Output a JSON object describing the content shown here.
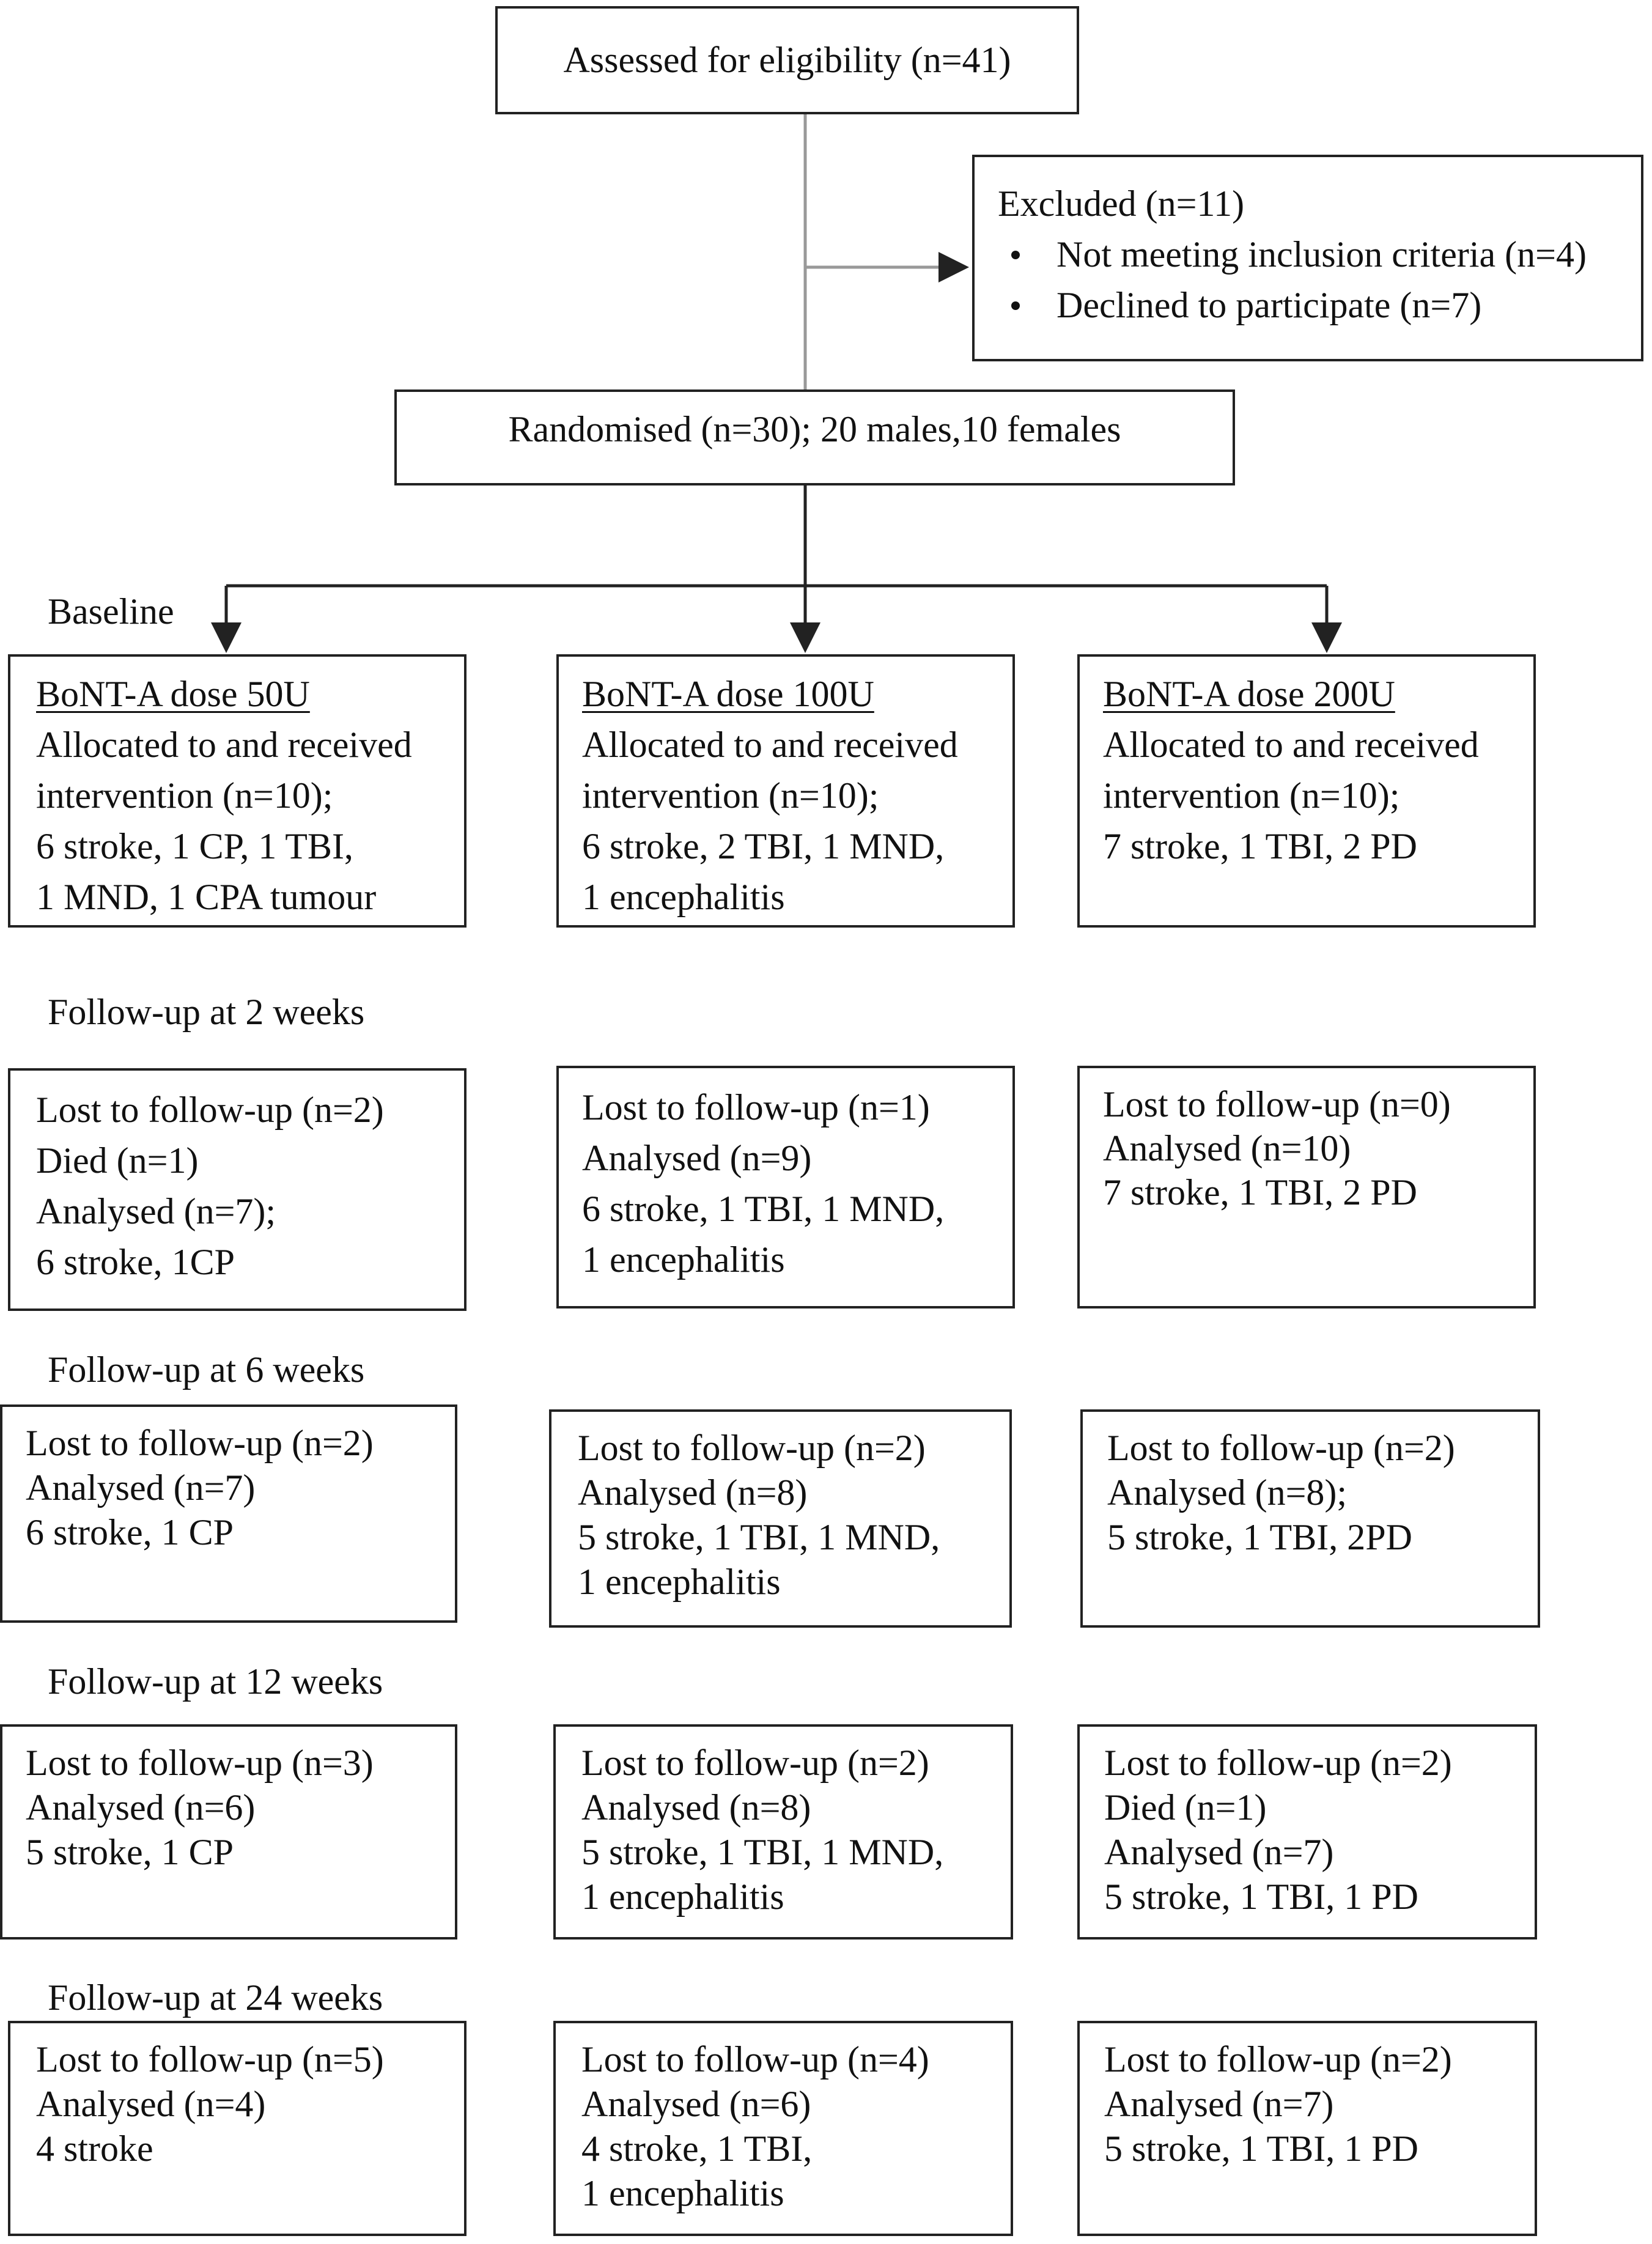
{
  "assessed": {
    "text": "Assessed for eligibility (n=41)"
  },
  "excluded": {
    "title": "Excluded (n=11)",
    "items": [
      "Not meeting inclusion criteria (n=4)",
      "Declined to participate (n=7)"
    ]
  },
  "randomised": {
    "text": "Randomised (n=30); 20 males,10 females"
  },
  "stages": {
    "baseline": "Baseline",
    "fu2": "Follow-up at 2 weeks",
    "fu6": "Follow-up at 6 weeks",
    "fu12": "Follow-up at 12 weeks",
    "fu24": "Follow-up at 24 weeks"
  },
  "groups": [
    {
      "baseline": [
        "BoNT-A dose 50U",
        "Allocated to and received",
        "intervention (n=10);",
        "6 stroke, 1 CP, 1 TBI,",
        "1 MND, 1 CPA tumour"
      ],
      "fu2": [
        "Lost to follow-up (n=2)",
        "Died (n=1)",
        "Analysed (n=7);",
        "6 stroke, 1CP"
      ],
      "fu6": [
        "Lost to follow-up (n=2)",
        "Analysed (n=7)",
        "6 stroke, 1 CP"
      ],
      "fu12": [
        "Lost to follow-up (n=3)",
        "Analysed (n=6)",
        "5 stroke, 1 CP"
      ],
      "fu24": [
        "Lost to follow-up (n=5)",
        "Analysed (n=4)",
        "4 stroke"
      ]
    },
    {
      "baseline": [
        "BoNT-A dose 100U",
        "Allocated to and received",
        "intervention (n=10);",
        "6 stroke, 2 TBI, 1 MND,",
        "1 encephalitis"
      ],
      "fu2": [
        "Lost to follow-up (n=1)",
        "Analysed (n=9)",
        "6 stroke, 1 TBI, 1 MND,",
        "1 encephalitis"
      ],
      "fu6": [
        "Lost to follow-up (n=2)",
        "Analysed (n=8)",
        "5 stroke, 1 TBI, 1 MND,",
        "1 encephalitis"
      ],
      "fu12": [
        "Lost to follow-up (n=2)",
        "Analysed (n=8)",
        "5 stroke, 1 TBI, 1 MND,",
        "1 encephalitis"
      ],
      "fu24": [
        "Lost to follow-up (n=4)",
        "Analysed (n=6)",
        "4 stroke, 1 TBI,",
        "1 encephalitis"
      ]
    },
    {
      "baseline": [
        "BoNT-A dose 200U",
        "Allocated to and received",
        "intervention (n=10);",
        "7 stroke, 1 TBI, 2 PD"
      ],
      "fu2": [
        "Lost to follow-up (n=0)",
        "Analysed (n=10)",
        "7 stroke, 1 TBI, 2 PD"
      ],
      "fu6": [
        "Lost to follow-up (n=2)",
        "Analysed (n=8);",
        "5 stroke, 1 TBI, 2PD"
      ],
      "fu12": [
        "Lost to follow-up (n=2)",
        "Died (n=1)",
        "Analysed (n=7)",
        "5 stroke, 1 TBI, 1 PD"
      ],
      "fu24": [
        "Lost to follow-up (n=2)",
        "Analysed (n=7)",
        "5 stroke, 1 TBI, 1 PD"
      ]
    }
  ]
}
